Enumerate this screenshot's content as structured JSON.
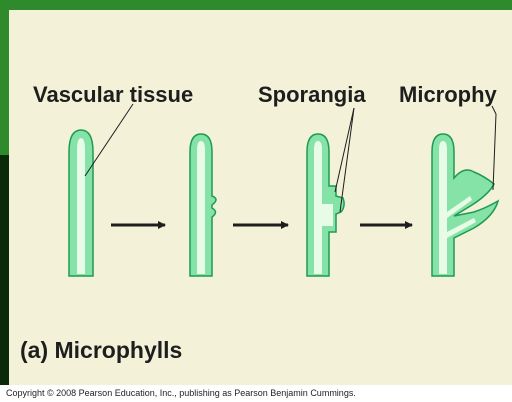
{
  "labels": {
    "vascular_tissue": "Vascular tissue",
    "sporangia": "Sporangia",
    "microphyll": "Microphy"
  },
  "caption": "(a) Microphylls",
  "copyright": "Copyright © 2008 Pearson Education, Inc., publishing as Pearson Benjamin Cummings.",
  "colors": {
    "frame_green": "#2f8a2b",
    "frame_dark": "#0b2a0a",
    "panel_background": "#f3f2d8",
    "stem_fill": "#86e3a8",
    "stem_edge": "#1e9a52",
    "vascular_core": "#e8fbe6"
  }
}
